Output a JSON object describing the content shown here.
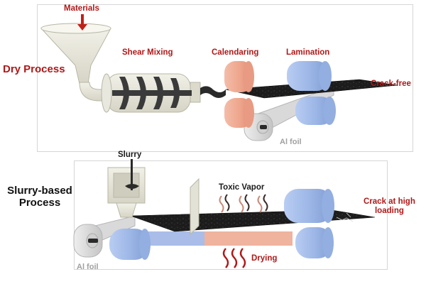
{
  "dry": {
    "title": "Dry Process",
    "materials": "Materials",
    "shear_mixing": "Shear Mixing",
    "calendaring": "Calendaring",
    "lamination": "Lamination",
    "crack_free": "Crack-free",
    "al_foil": "Al foil"
  },
  "slurry": {
    "title_line1": "Slurry-based",
    "title_line2": "Process",
    "slurry": "Slurry",
    "toxic_vapor": "Toxic Vapor",
    "crack_line1": "Crack at high",
    "crack_line2": "loading",
    "al_foil": "Al foil",
    "drying": "Drying"
  },
  "colors": {
    "label_red": "#b01818",
    "roller_pink": "#eeaa94",
    "roller_blue": "#9db7e6",
    "film_dark": "#1c1c1c",
    "hopper_cream": "#e7e6da",
    "foil_grey": "#d9d9d9"
  }
}
